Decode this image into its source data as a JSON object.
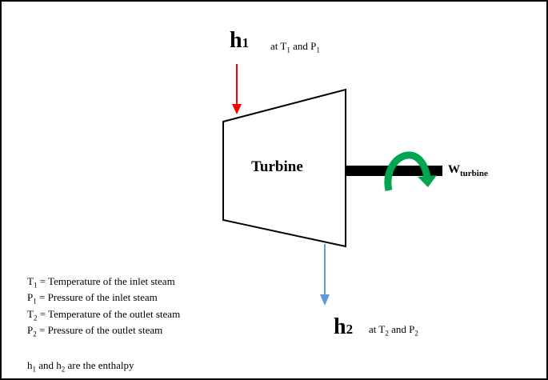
{
  "inlet": {
    "symbol": "h",
    "index": "1",
    "at_text": "at T",
    "t_index": "1",
    "and_text": " and P",
    "p_index": "1"
  },
  "outlet": {
    "symbol": "h",
    "index": "2",
    "at_text": "at T",
    "t_index": "2",
    "and_text": " and P",
    "p_index": "2"
  },
  "turbine": {
    "label": "Turbine"
  },
  "work": {
    "symbol": "W",
    "subscript": "turbine"
  },
  "definitions": [
    {
      "sym": "T",
      "idx": "1",
      "text": " = Temperature of the inlet steam"
    },
    {
      "sym": "P",
      "idx": "1",
      "text": " = Pressure of the inlet steam"
    },
    {
      "sym": "T",
      "idx": "2",
      "text": " = Temperature of the outlet steam"
    },
    {
      "sym": "P",
      "idx": "2",
      "text": " = Pressure of the outlet steam"
    }
  ],
  "note": {
    "h1": "h",
    "i1": "1",
    "mid": " and h",
    "i2": "2",
    "end": " are the enthalpy"
  },
  "colors": {
    "inlet_arrow": "#ff0000",
    "outlet_arrow": "#5b9bd5",
    "rotation_arrow": "#00a550",
    "shaft": "#000000"
  }
}
